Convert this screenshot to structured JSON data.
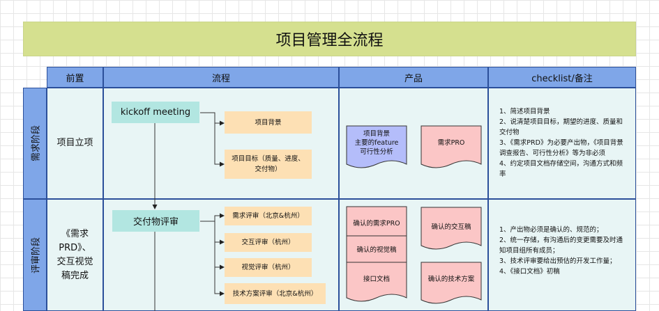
{
  "title": "项目管理全流程",
  "headers": [
    "前置",
    "流程",
    "产品",
    "checklist/备注"
  ],
  "stages": [
    {
      "label": "需求阶段",
      "prerequisite": "项目立项",
      "main_step": "kickoff meeting",
      "sub_steps": [
        "项目背景",
        "项目目标（质量、进度、交付物）"
      ],
      "products": [
        {
          "text": "项目背景\n主要的feature\n可行性分析",
          "color": "#b4bdfa"
        },
        {
          "text": "需求PRO",
          "color": "#fbc6c6"
        }
      ],
      "notes": "1、简述项目背景\n2、说清楚项目目标，期望的进度、质量和交付物\n3、《需求PRD》为必要产出物，《项目背景调查报告、可行性分析》等为非必须\n4、约定项目文档存储空间，沟通方式和频率"
    },
    {
      "label": "评审阶段",
      "prerequisite": "《需求PRD》、交互视觉稿完成",
      "main_step": "交付物评审",
      "sub_steps": [
        "需求评审（北京&杭州）",
        "交互评审（杭州）",
        "视觉评审（杭州）",
        "技术方案评审（北京&杭州）"
      ],
      "products_stack": [
        "确认的需求PRO",
        "确认的视觉稿",
        "接口文档"
      ],
      "products_single": [
        "确认的交互稿",
        "确认的技术方案"
      ],
      "notes": "1、产出物必须是确认的、规范的；\n2、统一存储，有沟通后的变更需要及时通知项目组所有成员；\n3、技术评审要给出预估的开发工作量；\n4、《接口文档》初稿"
    }
  ],
  "colors": {
    "title_bg": "#d5e08f",
    "header_bg": "#7fa6e8",
    "border": "#2b4f9a",
    "cell_bg": "#e8f5f5",
    "step_bg": "#b2e6e1",
    "sub_bg": "#fde0b4",
    "doc_blue": "#b4bdfa",
    "doc_pink": "#fbc6c6"
  }
}
